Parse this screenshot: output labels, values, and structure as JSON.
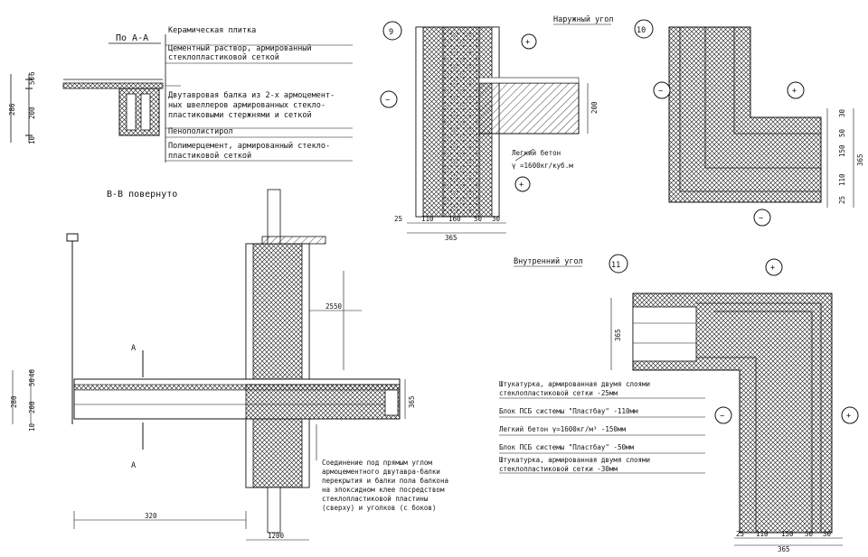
{
  "sections": {
    "aa": {
      "title": "По А-А",
      "layers": [
        "Керамическая плитка",
        "Цементный раствор, армированный",
        "стеклопластиковой сеткой",
        "Двутавровая балка из 2-х армоцемент-",
        "ных швеллеров армированных стекло-",
        "пластиковыми стержнями и сеткой",
        "Пенополистирол",
        "Полимерцемент, армированный стекло-",
        "пластиковой сеткой"
      ],
      "dims": [
        "50",
        "6",
        "200",
        "286",
        "10"
      ]
    },
    "bb": {
      "title": "В-В повернуто",
      "dims": [
        "2550",
        "280",
        "200",
        "50",
        "10",
        "40",
        "320",
        "1200",
        "365"
      ],
      "cut_mark": "А",
      "note": [
        "Соединение под прямым углом",
        "армоцементного двутавра-балки",
        "перекрытия и балки пола балкона",
        "на эпоксидном клее посредством",
        "стеклопластиковой пластины",
        "(сверху) и уголков (с боков)"
      ]
    }
  },
  "details": {
    "d9": {
      "number": "9",
      "dims_bottom": [
        "25",
        "110",
        "160",
        "50",
        "30"
      ],
      "total": "365",
      "height_dim": "200",
      "label1": "Легкий бетон",
      "label2": "γ =1600кг/куб.м",
      "minus": "−",
      "plus": "+"
    },
    "d10": {
      "title": "Наружный угол",
      "number": "10",
      "dims_right": [
        "30",
        "50",
        "150",
        "110",
        "25"
      ],
      "total": "365",
      "minus": "−",
      "plus": "+"
    },
    "d11": {
      "title": "Внутренний угол",
      "number": "11",
      "left_dim": "365",
      "dims_bottom": [
        "25",
        "110",
        "150",
        "50",
        "30"
      ],
      "total": "365",
      "minus": "−",
      "plus": "+",
      "legend": [
        "Штукатурка, армированная двумя слоями",
        "стеклопластиковой сетки          -25мм",
        "Блок ПСБ системы \"Пластбау\"      -110мм",
        "Легкий бетон γ=1600кг/м³          -150мм",
        "Блок ПСБ системы \"Пластбау\"      -50мм",
        "Штукатурка, армированная двумя слоями",
        "стеклопластиковой сетки          -30мм"
      ]
    }
  },
  "colors": {
    "ink": "#111111",
    "paper": "#ffffff"
  }
}
